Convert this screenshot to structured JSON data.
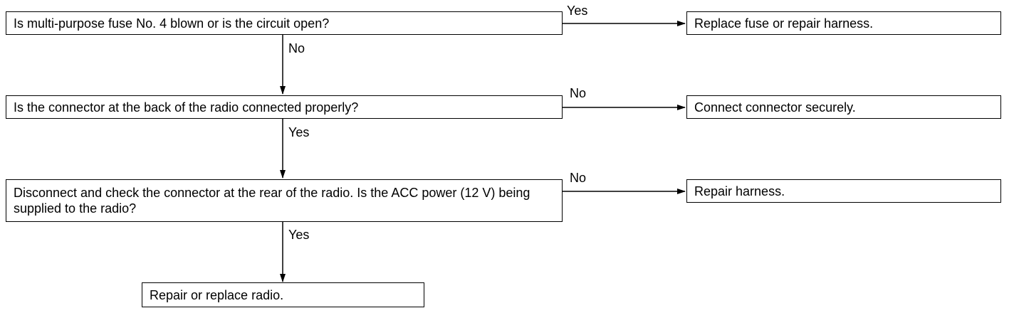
{
  "questions": {
    "q1": "Is multi-purpose fuse No. 4 blown or is the circuit open?",
    "q2": "Is the connector at the back of the radio connected properly?",
    "q3": "Disconnect and check the connector at the rear of the radio. Is the ACC power (12 V) being supplied to the radio?"
  },
  "actions": {
    "a1": "Replace fuse or repair harness.",
    "a2": "Connect connector securely.",
    "a3": "Repair harness.",
    "a4": "Repair or replace radio."
  },
  "edges": {
    "q1_yes": "Yes",
    "q1_no": "No",
    "q2_no": "No",
    "q2_yes": "Yes",
    "q3_no": "No",
    "q3_yes": "Yes"
  }
}
